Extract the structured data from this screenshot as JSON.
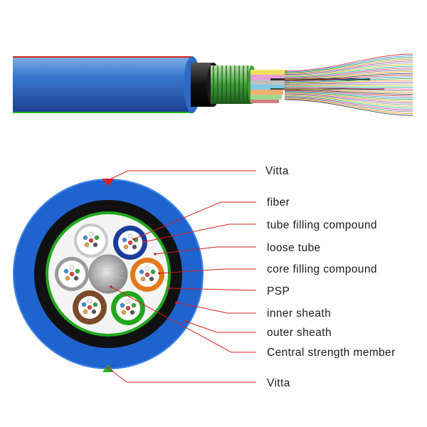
{
  "labels": [
    {
      "id": "vitta-top",
      "text": "Vitta"
    },
    {
      "id": "fiber",
      "text": "fiber"
    },
    {
      "id": "tube-filling-compound",
      "text": "tube filling compound"
    },
    {
      "id": "loose-tube",
      "text": "loose tube"
    },
    {
      "id": "core-filling-compound",
      "text": "core filling compound"
    },
    {
      "id": "psp",
      "text": "PSP"
    },
    {
      "id": "inner-sheath",
      "text": "inner sheath"
    },
    {
      "id": "outer-sheath",
      "text": "outer sheath"
    },
    {
      "id": "central-strength-member",
      "text": "Central strength member"
    },
    {
      "id": "vitta-bottom",
      "text": "Vitta"
    }
  ],
  "colors": {
    "outer_sheath": "#1f63cf",
    "inner_sheath": "#111111",
    "psp_ring": "#22a81e",
    "core_fill": "#f4f4f4",
    "leader_line": "#d21f1f",
    "vitta_top_marker": "#e0231c",
    "vitta_bottom_marker": "#22b21e",
    "tube_colors": [
      "#c8c8c8",
      "#1a3c9c",
      "#e27a1c",
      "#22a81e",
      "#7a4a2a",
      "#9a9a9a"
    ]
  }
}
